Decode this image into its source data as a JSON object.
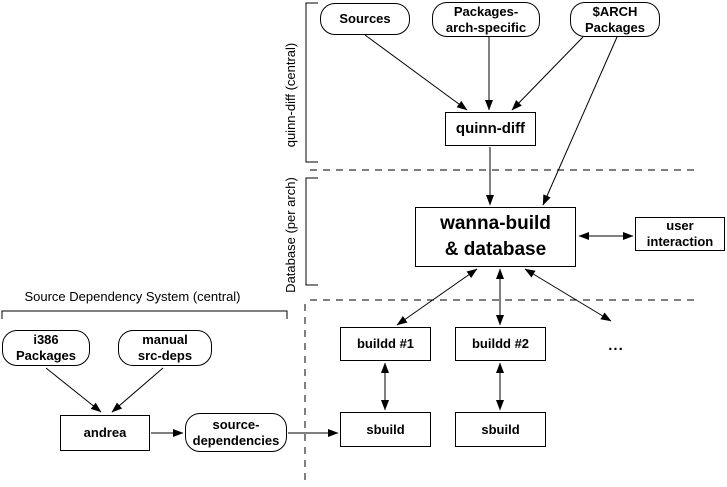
{
  "diagram": {
    "bg_color": "#ffffff",
    "line_color": "#000000",
    "sections": {
      "quinn_diff_central": {
        "label": "quinn-diff (central)"
      },
      "database_per_arch": {
        "label": "Database (per arch)"
      },
      "source_dependency_system": {
        "label": "Source Dependency System (central)"
      }
    },
    "nodes": {
      "sources": {
        "label": "Sources",
        "shape": "rounded"
      },
      "packages_arch_specific": {
        "label": "Packages-\narch-specific",
        "shape": "rounded"
      },
      "arch_packages": {
        "label": "$ARCH\nPackages",
        "shape": "rounded"
      },
      "quinn_diff": {
        "label": "quinn-diff",
        "shape": "rect"
      },
      "wanna_build": {
        "label": "wanna-build\n& database",
        "shape": "rect"
      },
      "user_interaction": {
        "label": "user\ninteraction",
        "shape": "rect"
      },
      "buildd_1": {
        "label": "buildd #1",
        "shape": "rect"
      },
      "buildd_2": {
        "label": "buildd #2",
        "shape": "rect"
      },
      "more_buildds": {
        "label": "...",
        "shape": "text"
      },
      "sbuild_1": {
        "label": "sbuild",
        "shape": "rect"
      },
      "sbuild_2": {
        "label": "sbuild",
        "shape": "rect"
      },
      "i386_packages": {
        "label": "i386\nPackages",
        "shape": "rounded"
      },
      "manual_src_deps": {
        "label": "manual\nsrc-deps",
        "shape": "rounded"
      },
      "andrea": {
        "label": "andrea",
        "shape": "rect"
      },
      "source_dependencies": {
        "label": "source-\ndependencies",
        "shape": "rounded"
      }
    },
    "edges": [
      {
        "from": "Sources",
        "to": "quinn-diff",
        "type": "arrow"
      },
      {
        "from": "Packages-arch-specific",
        "to": "quinn-diff",
        "type": "arrow"
      },
      {
        "from": "$ARCH Packages",
        "to": "quinn-diff",
        "type": "arrow"
      },
      {
        "from": "$ARCH Packages",
        "to": "wanna-build & database",
        "type": "arrow"
      },
      {
        "from": "quinn-diff",
        "to": "wanna-build & database",
        "type": "arrow"
      },
      {
        "from": "wanna-build & database",
        "to": "user interaction",
        "type": "double-arrow"
      },
      {
        "from": "wanna-build & database",
        "to": "buildd #1",
        "type": "double-arrow"
      },
      {
        "from": "wanna-build & database",
        "to": "buildd #2",
        "type": "double-arrow"
      },
      {
        "from": "wanna-build & database",
        "to": "... (more buildds)",
        "type": "double-arrow"
      },
      {
        "from": "buildd #1",
        "to": "sbuild",
        "type": "double-arrow"
      },
      {
        "from": "buildd #2",
        "to": "sbuild",
        "type": "double-arrow"
      },
      {
        "from": "i386 Packages",
        "to": "andrea",
        "type": "arrow"
      },
      {
        "from": "manual src-deps",
        "to": "andrea",
        "type": "arrow"
      },
      {
        "from": "andrea",
        "to": "source-dependencies",
        "type": "arrow"
      },
      {
        "from": "source-dependencies",
        "to": "sbuild",
        "type": "arrow"
      }
    ]
  }
}
